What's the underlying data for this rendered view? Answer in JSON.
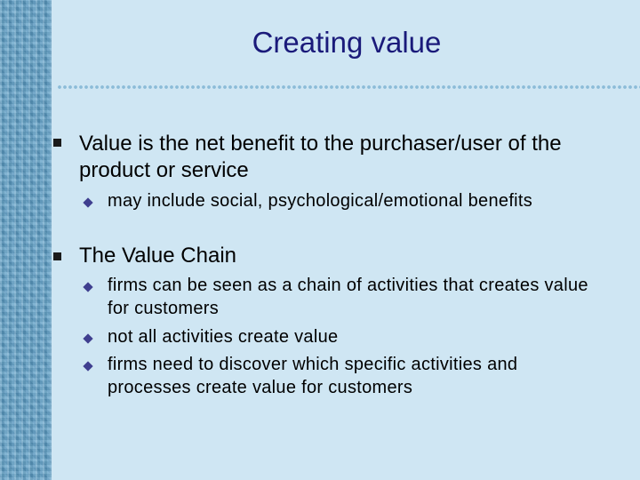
{
  "slide": {
    "title": "Creating value",
    "bullets": [
      {
        "text": "Value is the net benefit to the purchaser/user of the product or service",
        "sub": [
          "may include social, psychological/emotional benefits"
        ]
      },
      {
        "text": "The Value Chain",
        "sub": [
          "firms can be seen as a chain of activities that creates value for customers",
          "not all activities create value",
          "firms need to discover which specific activities and processes create value for customers"
        ]
      }
    ]
  }
}
